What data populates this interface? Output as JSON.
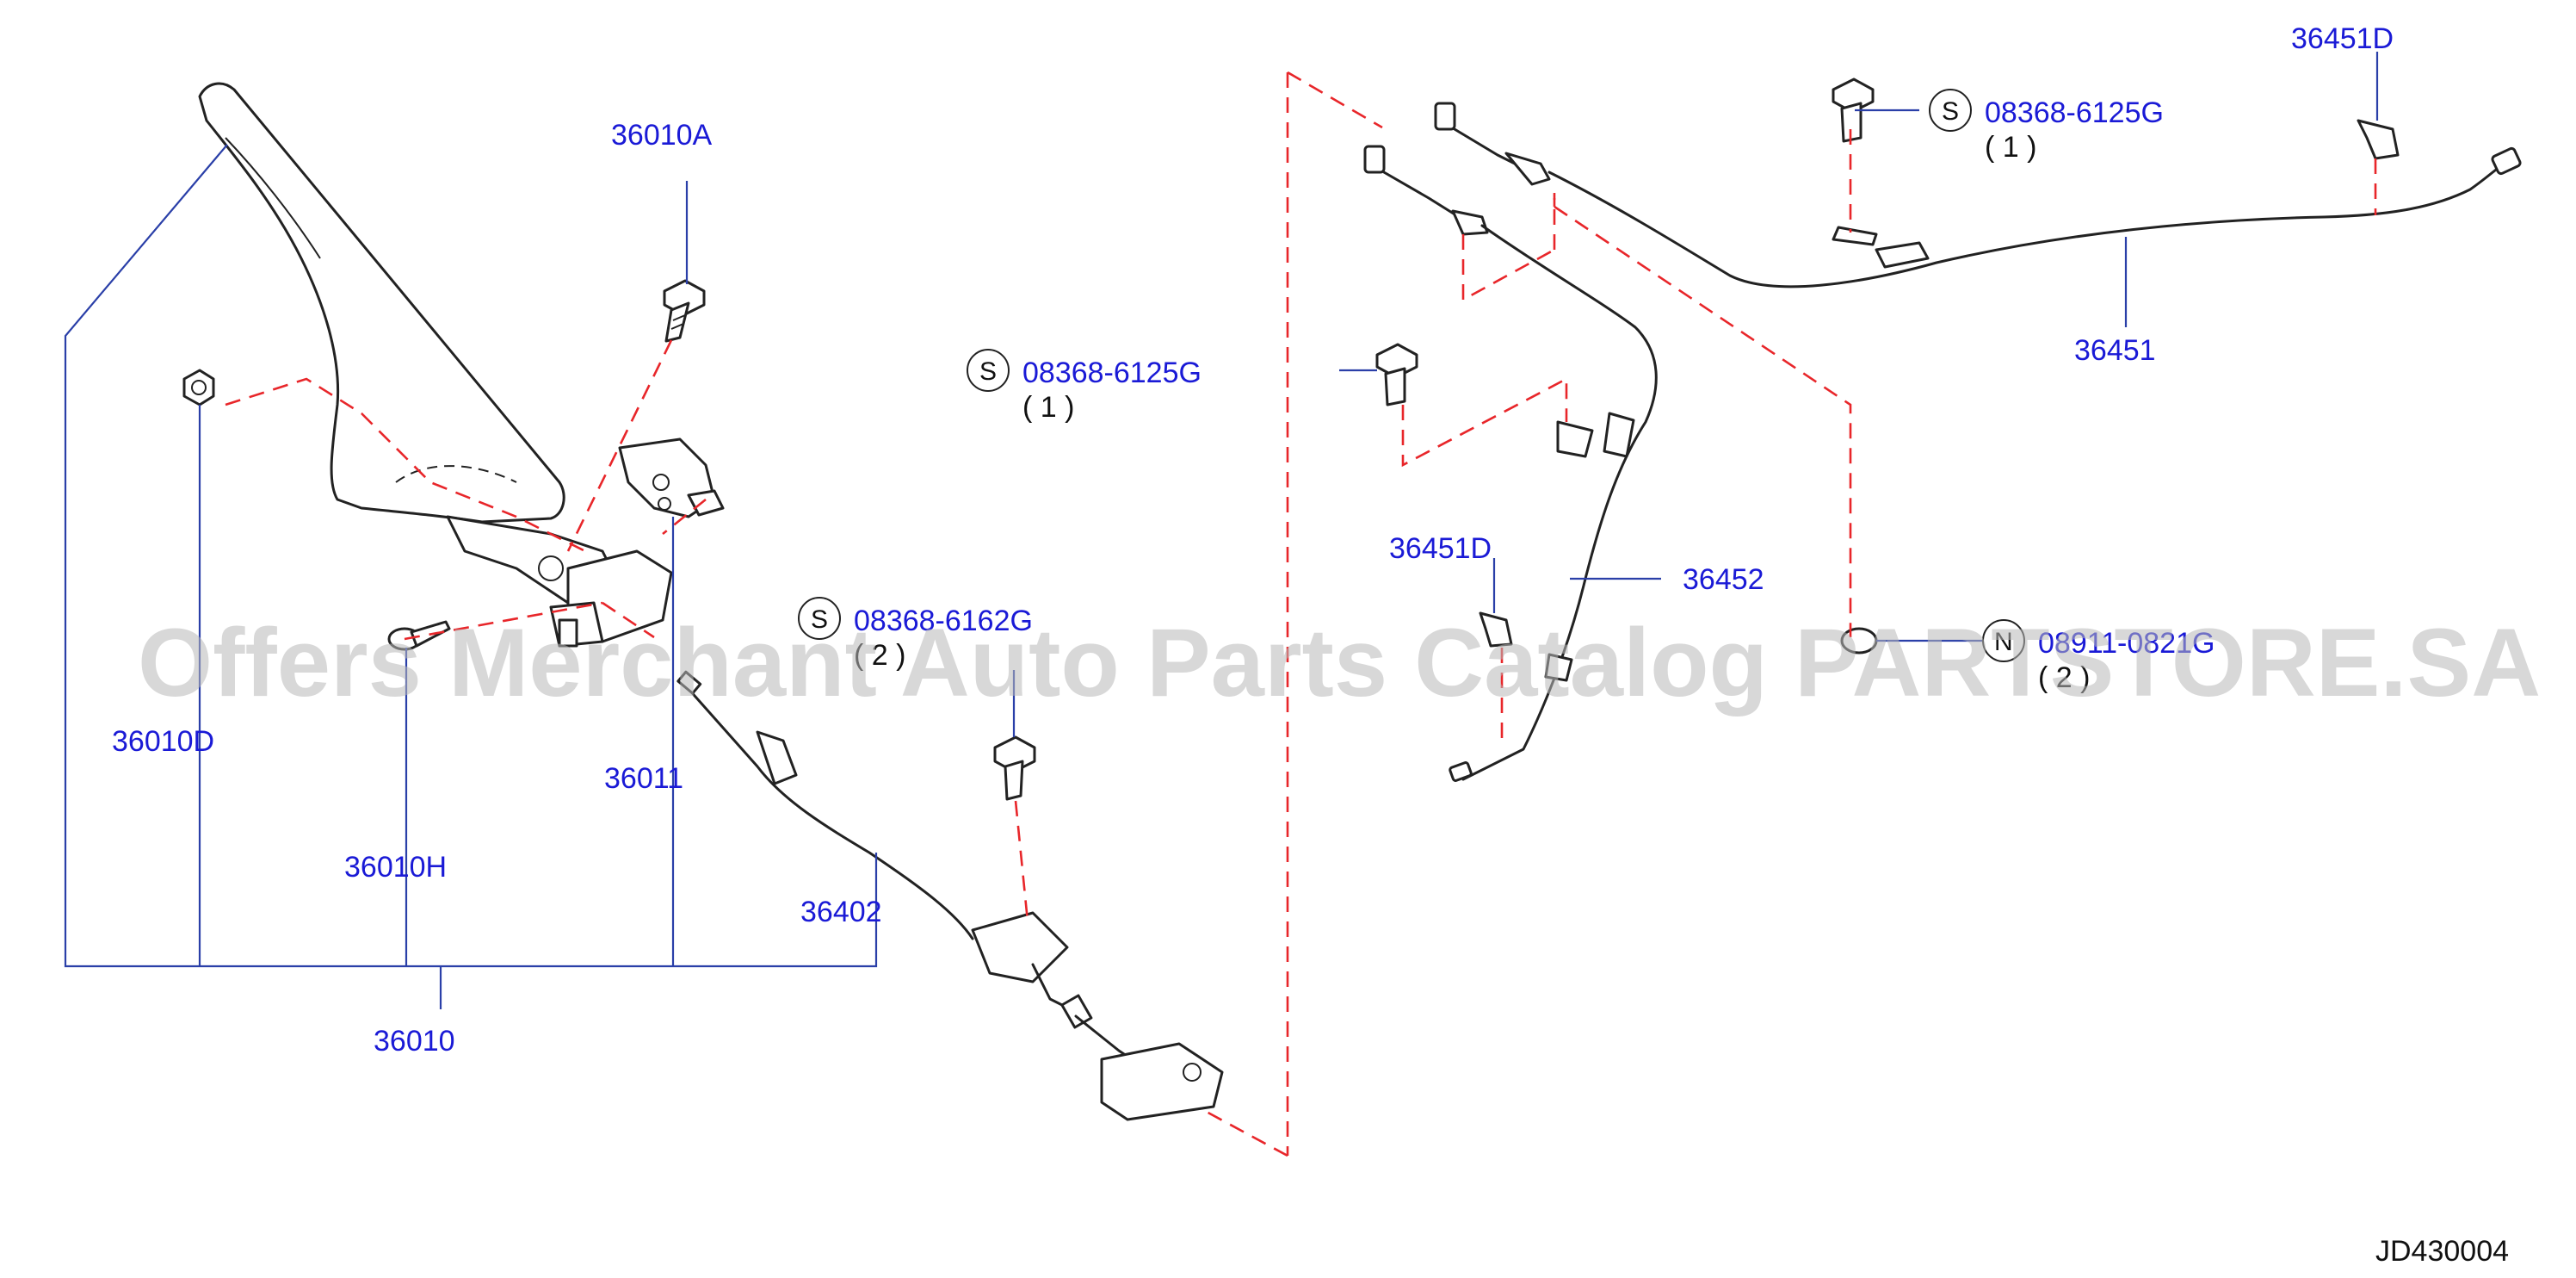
{
  "diagram_id": "JD430004",
  "watermark": "Offers Merchant Auto Parts Catalog PARTSTORE.SA",
  "parts": [
    {
      "id": "p36010A",
      "number": "36010A"
    },
    {
      "id": "p36010D",
      "number": "36010D"
    },
    {
      "id": "p36010H",
      "number": "36010H"
    },
    {
      "id": "p36011",
      "number": "36011"
    },
    {
      "id": "p36010",
      "number": "36010"
    },
    {
      "id": "p36402",
      "number": "36402"
    },
    {
      "id": "p36451D_top",
      "number": "36451D"
    },
    {
      "id": "p36451",
      "number": "36451"
    },
    {
      "id": "p36451D_mid",
      "number": "36451D"
    },
    {
      "id": "p36452",
      "number": "36452"
    }
  ],
  "fasteners": [
    {
      "id": "s1",
      "symbol": "S",
      "number": "08368-6125G",
      "qty": "( 1 )"
    },
    {
      "id": "s2",
      "symbol": "S",
      "number": "08368-6162G",
      "qty": "( 2 )"
    },
    {
      "id": "s3",
      "symbol": "S",
      "number": "08368-6125G",
      "qty": "( 1 )"
    },
    {
      "id": "n1",
      "symbol": "N",
      "number": "08911-0821G",
      "qty": "( 2 )"
    }
  ]
}
